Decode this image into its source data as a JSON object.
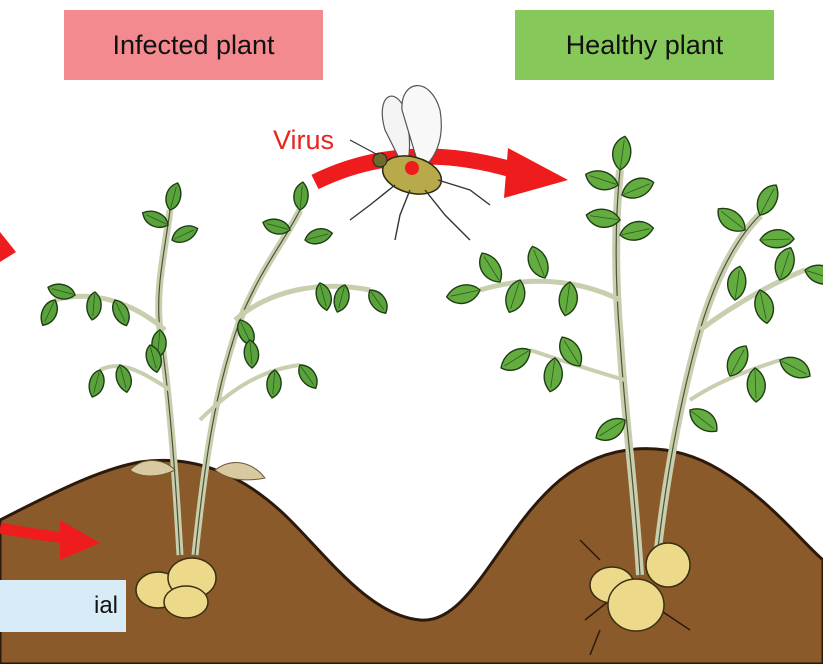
{
  "labels": {
    "infected": "Infected plant",
    "healthy": "Healthy plant",
    "virus": "Virus",
    "tuber": "ial"
  },
  "colors": {
    "infected_box": "#f28a8f",
    "healthy_box": "#86c85a",
    "tuber_box": "#d8ecf8",
    "soil": "#8b5a2b",
    "arrow": "#ee1c1c",
    "leaf": "#5aa33c",
    "stem": "#c8cfae",
    "tuber": "#ecd98a"
  },
  "icons": [
    "aphid-icon",
    "infected-plant-icon",
    "healthy-plant-icon",
    "arrow-icon"
  ]
}
